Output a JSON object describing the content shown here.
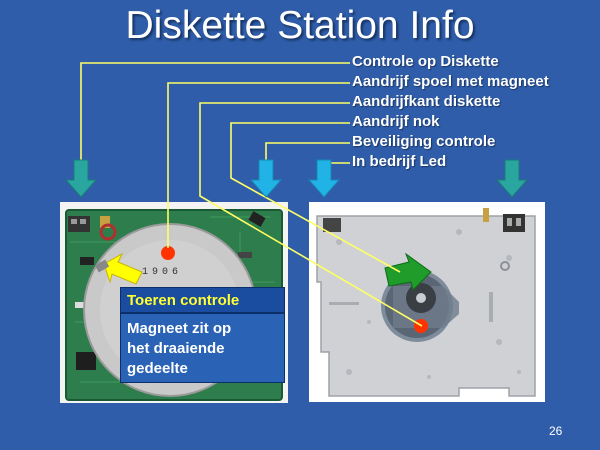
{
  "slide": {
    "title": "Diskette Station Info",
    "labels": [
      "Controle op Diskette",
      "Aandrijf spoel met magneet",
      "Aandrijfkant diskette",
      "Aandrijf nok",
      "Beveiliging controle",
      "In bedrijf Led"
    ],
    "callout": {
      "heading": "Toeren controle",
      "body_lines": [
        "Magneet zit op",
        "het draaiende",
        "gedeelte"
      ]
    },
    "photo_text": "1906",
    "page_number": "26"
  },
  "colors": {
    "background": "#2f5da9",
    "leader_line": "#ffff66",
    "arrow_teal": "#2aa6a0",
    "arrow_cyan": "#22b3e6",
    "arrow_green": "#1f9c2a",
    "highlight_dot": "#ff3300",
    "callout_heading": "#ffff33"
  },
  "icons": [
    "down-arrow-icon",
    "yellow-pointer-arrow-icon",
    "green-pointer-arrow-icon",
    "red-dot-marker-icon"
  ]
}
